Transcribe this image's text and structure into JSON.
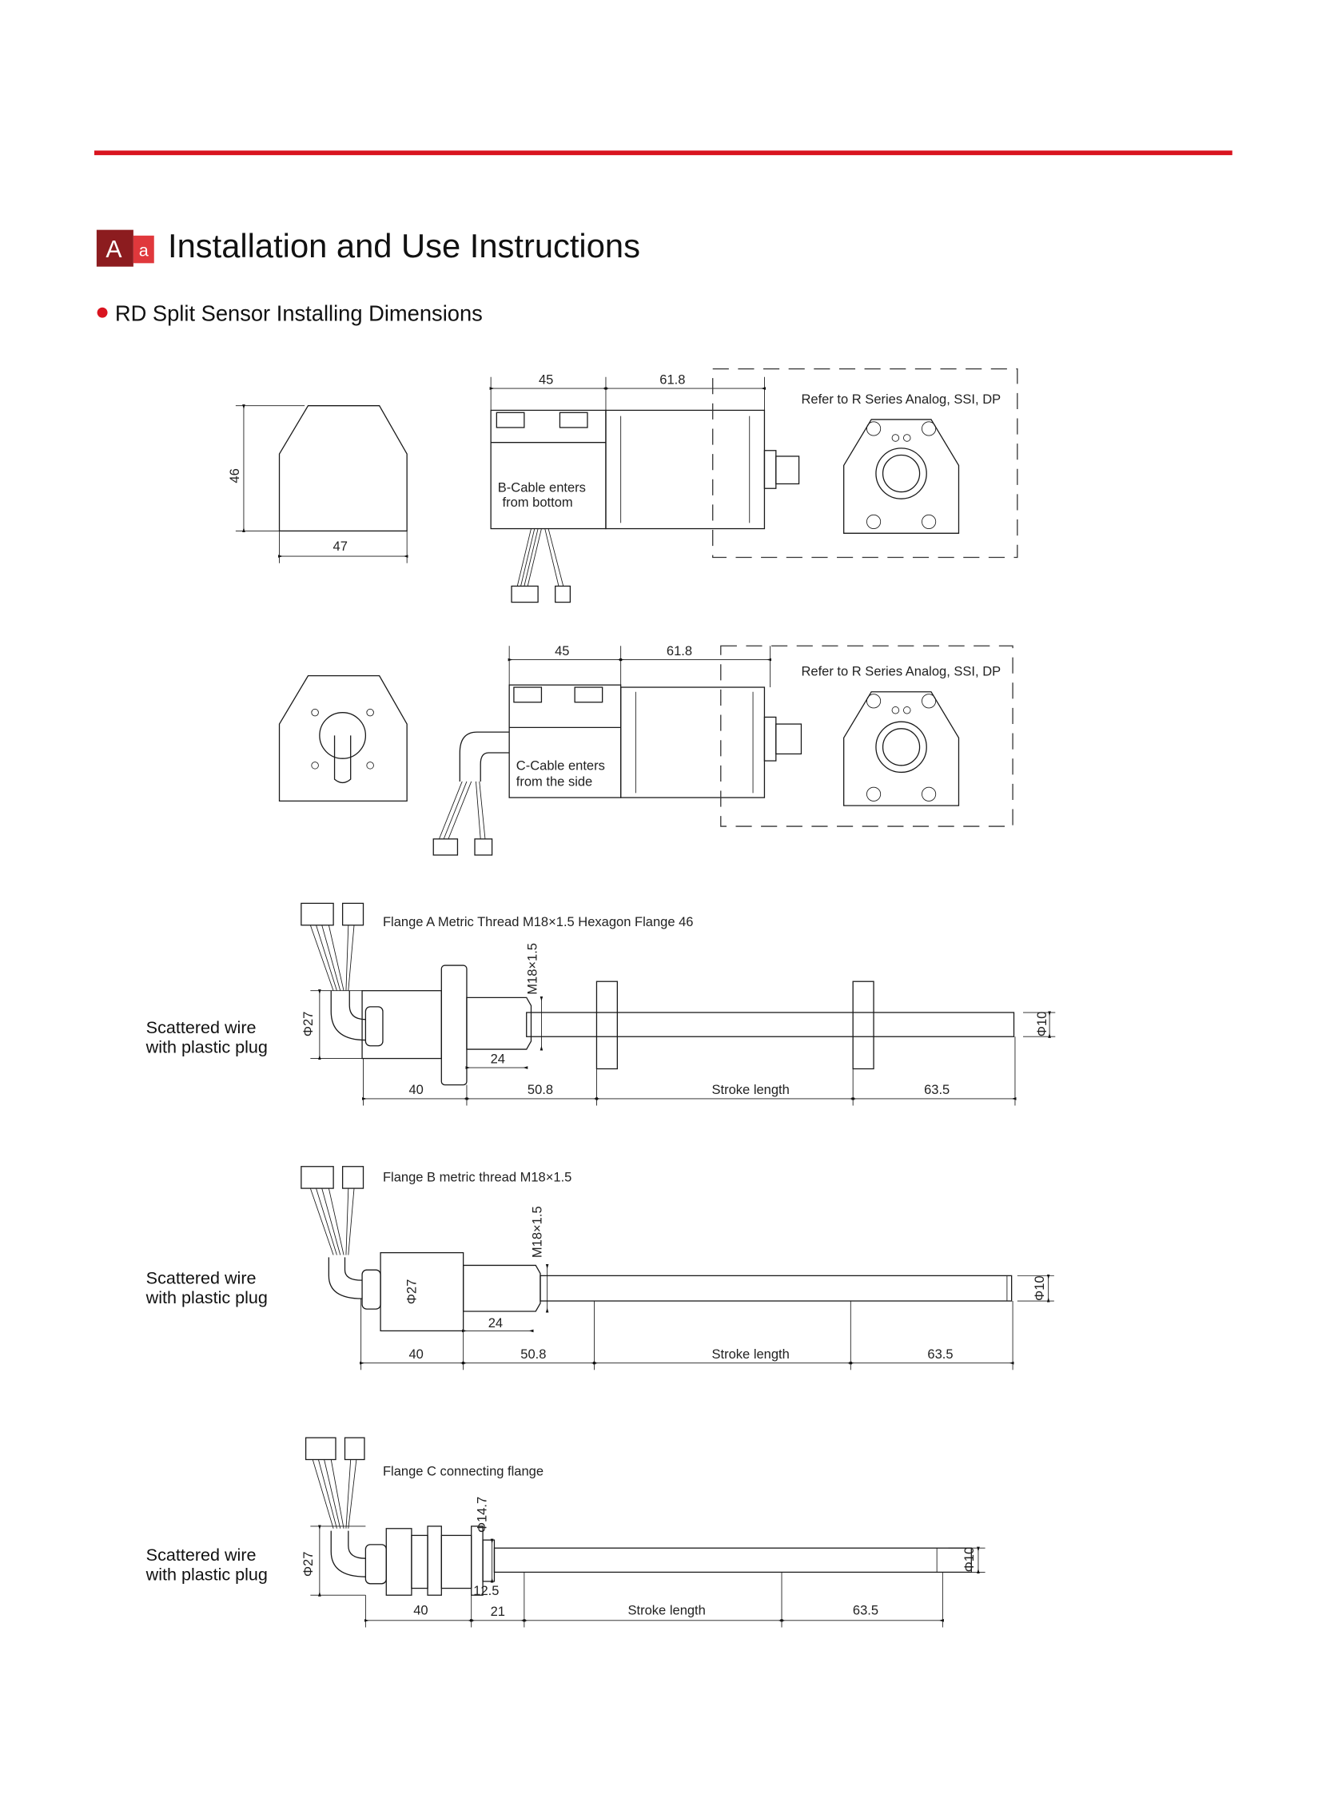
{
  "header": {
    "icon_big": "A",
    "icon_small": "a",
    "title": "Installation and Use Instructions",
    "accent_color": "#d9141f",
    "icon_dark_color": "#8c1c1f",
    "icon_light_color": "#e0383c"
  },
  "section": {
    "bullet_color": "#d9141f",
    "heading": "RD Split Sensor Installing Dimensions"
  },
  "view_b": {
    "side_height": "46",
    "side_width": "47",
    "dim_body": "45",
    "dim_head": "61.8",
    "cable_line1": "B-Cable enters",
    "cable_line2": "from bottom",
    "refer": "Refer to R Series Analog, SSI, DP"
  },
  "view_c": {
    "dim_body": "45",
    "dim_head": "61.8",
    "cable_line1": "C-Cable enters",
    "cable_line2": "from the side",
    "refer": "Refer to R Series Analog, SSI, DP"
  },
  "flange_a": {
    "title": "Flange A Metric Thread M18×1.5 Hexagon Flange 46",
    "label_line1": "Scattered wire",
    "label_line2": "with plastic plug",
    "dia_housing": "Φ27",
    "thread": "M18×1.5",
    "thread_len": "24",
    "dia_rod": "Φ10",
    "dims": [
      "40",
      "50.8",
      "Stroke length",
      "63.5"
    ]
  },
  "flange_b": {
    "title": "Flange B metric thread M18×1.5",
    "label_line1": "Scattered wire",
    "label_line2": "with plastic plug",
    "dia_housing": "Φ27",
    "thread": "M18×1.5",
    "thread_len": "24",
    "dia_rod": "Φ10",
    "dims": [
      "40",
      "50.8",
      "Stroke length",
      "63.5"
    ]
  },
  "flange_c": {
    "title": "Flange C connecting flange",
    "label_line1": "Scattered wire",
    "label_line2": "with plastic plug",
    "dia_housing": "Φ27",
    "dia_flange": "Φ14.7",
    "dim_small": "12.5",
    "dia_rod": "Φ10",
    "dims": [
      "40",
      "21",
      "Stroke length",
      "63.5"
    ]
  }
}
